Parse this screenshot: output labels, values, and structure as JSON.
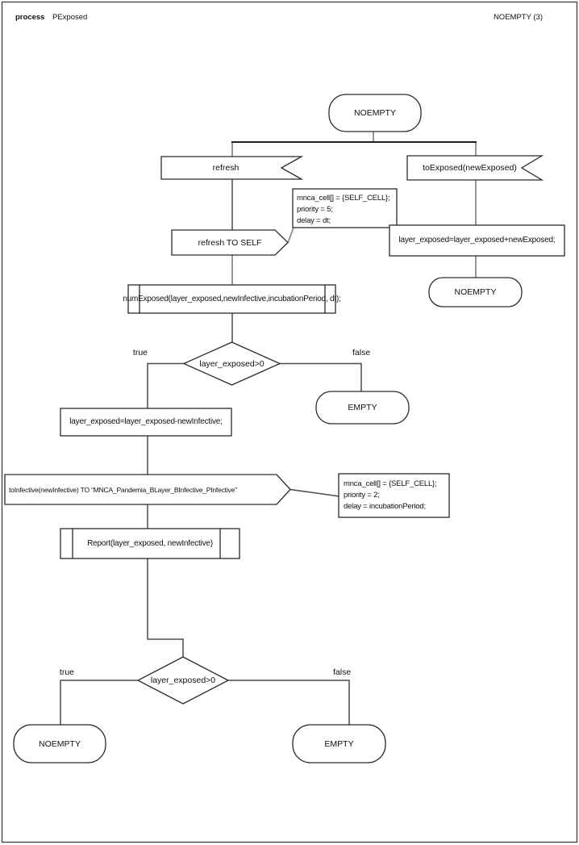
{
  "header": {
    "type_label": "process",
    "process_name": "PExposed",
    "state_ref": "NOEMPTY (3)"
  },
  "flow": {
    "start_label": "NOEMPTY",
    "refresh_label": "refresh",
    "to_exposed_label": "toExposed(newExposed)",
    "refresh_self_label": "refresh TO SELF",
    "note_dt": "mnca_cell[] = {SELF_CELL};\npriority = 5;\ndelay = dt;",
    "add_exposed": "layer_exposed=layer_exposed+newExposed;",
    "noempty_mid": "NOEMPTY",
    "num_exposed_call": "numExposed(layer_exposed,newInfective,incubationPeriod, dt);",
    "decision1": "layer_exposed>0",
    "d1_true": "true",
    "d1_false": "false",
    "empty_mid": "EMPTY",
    "sub_infective": "layer_exposed=layer_exposed-newInfective;",
    "to_infective_label": "toInfective(newInfective) TO “MNCA_Pandemia_BLayer_BInfective_PInfective”",
    "note_incubation": "mnca_cell[] = {SELF_CELL};\npriority = 2;\ndelay = incubationPeriod;",
    "report_call": "Report(layer_exposed, newInfective)",
    "decision2": "layer_exposed>0",
    "d2_true": "true",
    "d2_false": "false",
    "noempty_end": "NOEMPTY",
    "empty_end": "EMPTY"
  }
}
